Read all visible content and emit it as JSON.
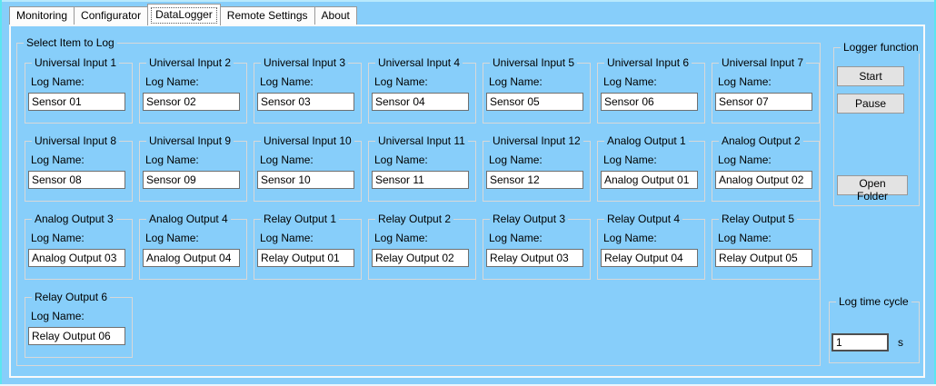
{
  "tabs": [
    {
      "label": "Monitoring",
      "active": false
    },
    {
      "label": "Configurator",
      "active": false
    },
    {
      "label": "DataLogger",
      "active": true
    },
    {
      "label": "Remote Settings",
      "active": false
    },
    {
      "label": "About",
      "active": false
    }
  ],
  "select_group": {
    "title": "Select Item to Log"
  },
  "field_label": "Log Name:",
  "log_items": [
    {
      "title": "Universal Input 1",
      "value": "Sensor 01"
    },
    {
      "title": "Universal Input 2",
      "value": "Sensor 02"
    },
    {
      "title": "Universal Input 3",
      "value": "Sensor 03"
    },
    {
      "title": "Universal Input 4",
      "value": "Sensor 04"
    },
    {
      "title": "Universal Input 5",
      "value": "Sensor 05"
    },
    {
      "title": "Universal Input 6",
      "value": "Sensor 06"
    },
    {
      "title": "Universal Input 7",
      "value": "Sensor 07"
    },
    {
      "title": "Universal Input 8",
      "value": "Sensor 08"
    },
    {
      "title": "Universal Input 9",
      "value": "Sensor 09"
    },
    {
      "title": "Universal Input 10",
      "value": "Sensor 10"
    },
    {
      "title": "Universal Input 11",
      "value": "Sensor 11"
    },
    {
      "title": "Universal Input 12",
      "value": "Sensor 12"
    },
    {
      "title": "Analog Output 1",
      "value": "Analog Output 01"
    },
    {
      "title": "Analog Output 2",
      "value": "Analog Output 02"
    },
    {
      "title": "Analog Output 3",
      "value": "Analog Output 03"
    },
    {
      "title": "Analog Output 4",
      "value": "Analog Output 04"
    },
    {
      "title": "Relay Output 1",
      "value": "Relay Output 01"
    },
    {
      "title": "Relay Output 2",
      "value": "Relay Output 02"
    },
    {
      "title": "Relay Output 3",
      "value": "Relay Output 03"
    },
    {
      "title": "Relay Output 4",
      "value": "Relay Output 04"
    },
    {
      "title": "Relay Output 5",
      "value": "Relay Output 05"
    },
    {
      "title": "Relay Output 6",
      "value": "Relay Output 06"
    }
  ],
  "logger_function": {
    "title": "Logger function",
    "start_label": "Start",
    "pause_label": "Pause",
    "open_folder_label": "Open Folder"
  },
  "log_time_cycle": {
    "title": "Log time cycle",
    "value": "1",
    "unit": "s"
  },
  "colors": {
    "background": "#87CEFA",
    "accent_edge": "#5CE6F0",
    "panel_border": "#F9F9F9",
    "group_border": "#D8D8D8",
    "button_bg": "#E3E3E3",
    "input_bg": "#FFFFFF",
    "text": "#000000"
  }
}
